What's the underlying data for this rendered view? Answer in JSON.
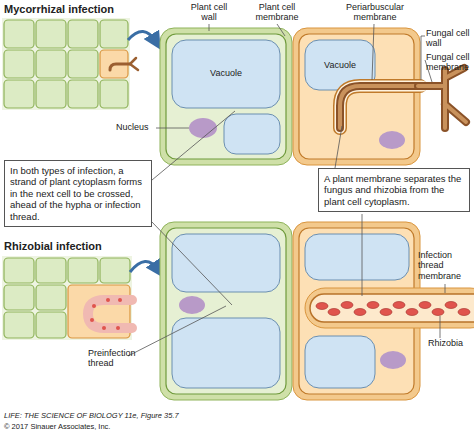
{
  "diagram": {
    "nodes": [
      {
        "text": [
          "In both types of infection, a strand of plant cytoplasm forms in the next cell to be crossed, ahead of the hypha or infection thread."
        ]
      },
      {
        "text": [
          "A plant membrane separates the fungus and rhizobia from the plant cell cytoplasm."
        ]
      }
    ],
    "labels": [
      "Mycorrhizal infection",
      "Plant cell wall",
      "Plant cell membrane",
      "Periarbuscular membrane",
      "Vacuole",
      "Vacuole",
      "Fungal cell wall",
      "Fungal cell membrane",
      "Nucleus",
      "Rhizobial infection",
      "Infection thread membrane",
      "Rhizobia",
      "Preinfection thread",
      "LIFE: THE SCIENCE OF BIOLOGY 11e, Figure 35.7",
      "© 2017 Sinauer Associates, Inc."
    ]
  }
}
